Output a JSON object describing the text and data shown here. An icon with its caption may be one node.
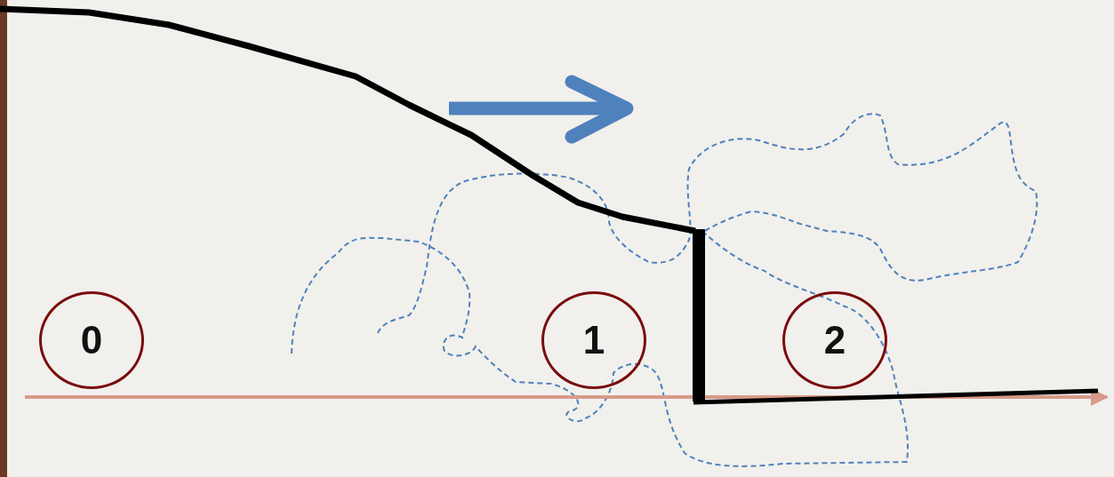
{
  "diagram": {
    "nodes": [
      {
        "text": [
          "0"
        ]
      },
      {
        "text": [
          "1"
        ]
      },
      {
        "text": [
          "2"
        ]
      }
    ]
  }
}
